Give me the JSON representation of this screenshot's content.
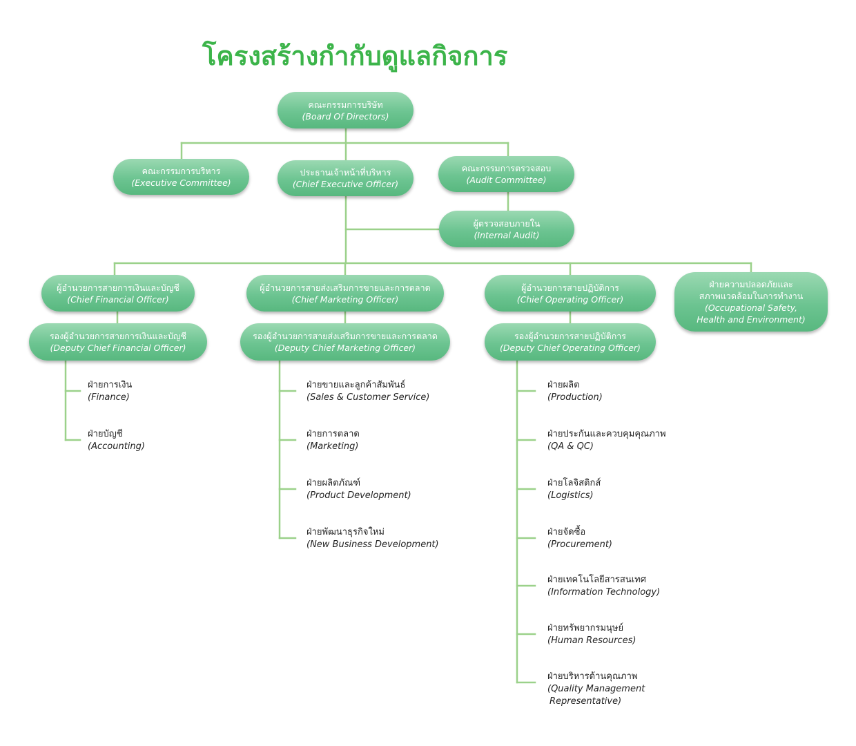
{
  "title": "โครงสร้างกำกับดูแลกิจการ",
  "colors": {
    "title": "#3cb44a",
    "line": "#9bd18a",
    "box_top": "#9bd9b2",
    "box_bottom": "#58b87f",
    "box_text": "#ffffff"
  },
  "boxes": {
    "board": {
      "th": "คณะกรรมการบริษัท",
      "en": "(Board Of Directors)"
    },
    "exec_committee": {
      "th": "คณะกรรมการบริหาร",
      "en": "(Executive Committee)"
    },
    "ceo": {
      "th": "ประธานเจ้าหน้าที่บริหาร",
      "en": "(Chief Executive Officer)"
    },
    "audit_committee": {
      "th": "คณะกรรมการตรวจสอบ",
      "en": "(Audit Committee)"
    },
    "internal_audit": {
      "th": "ผู้ตรวจสอบภายใน",
      "en": "(Internal Audit)"
    },
    "cfo": {
      "th": "ผู้อำนวยการสายการเงินและบัญชี",
      "en": "(Chief Financial Officer)"
    },
    "cmo": {
      "th": "ผู้อำนวยการสายส่งเสริมการขายและการตลาด",
      "en": "(Chief Marketing Officer)"
    },
    "coo": {
      "th": "ผู้อำนวยการสายปฏิบัติการ",
      "en": "(Chief Operating Officer)"
    },
    "safety": {
      "th1": "ฝ่ายความปลอดภัยและ",
      "th2": "สภาพแวดล้อมในการทำงาน",
      "en1": "(Occupational Safety,",
      "en2": "Health and Environment)"
    },
    "dcfo": {
      "th": "รองผู้อำนวยการสายการเงินและบัญชี",
      "en": "(Deputy Chief Financial Officer)"
    },
    "dcmo": {
      "th": "รองผู้อำนวยการสายส่งเสริมการขายและการตลาด",
      "en": "(Deputy Chief Marketing Officer)"
    },
    "dcoo": {
      "th": "รองผู้อำนวยการสายปฏิบัติการ",
      "en": "(Deputy Chief Operating Officer)"
    }
  },
  "finance_depts": [
    {
      "th": "ฝ่ายการเงิน",
      "en": "(Finance)"
    },
    {
      "th": "ฝ่ายบัญชี",
      "en": "(Accounting)"
    }
  ],
  "marketing_depts": [
    {
      "th": "ฝ่ายขายและลูกค้าสัมพันธ์",
      "en": "(Sales & Customer Service)"
    },
    {
      "th": "ฝ่ายการตลาด",
      "en": "(Marketing)"
    },
    {
      "th": "ฝ่ายผลิตภัณฑ์",
      "en": "(Product Development)"
    },
    {
      "th": "ฝ่ายพัฒนาธุรกิจใหม่",
      "en": "(New Business Development)"
    }
  ],
  "operations_depts": [
    {
      "th": "ฝ่ายผลิต",
      "en": "(Production)"
    },
    {
      "th": "ฝ่ายประกันและควบคุมคุณภาพ",
      "en": "(QA & QC)"
    },
    {
      "th": "ฝ่ายโลจิสติกส์",
      "en": "(Logistics)"
    },
    {
      "th": "ฝ่ายจัดซื้อ",
      "en": "(Procurement)"
    },
    {
      "th": "ฝ่ายเทคโนโลยีสารสนเทศ",
      "en": "(Information Technology)"
    },
    {
      "th": "ฝ่ายทรัพยากรมนุษย์",
      "en": "(Human Resources)"
    },
    {
      "th": "ฝ่ายบริหารด้านคุณภาพ",
      "en1": "(Quality Management",
      "en2": "Representative)"
    }
  ]
}
